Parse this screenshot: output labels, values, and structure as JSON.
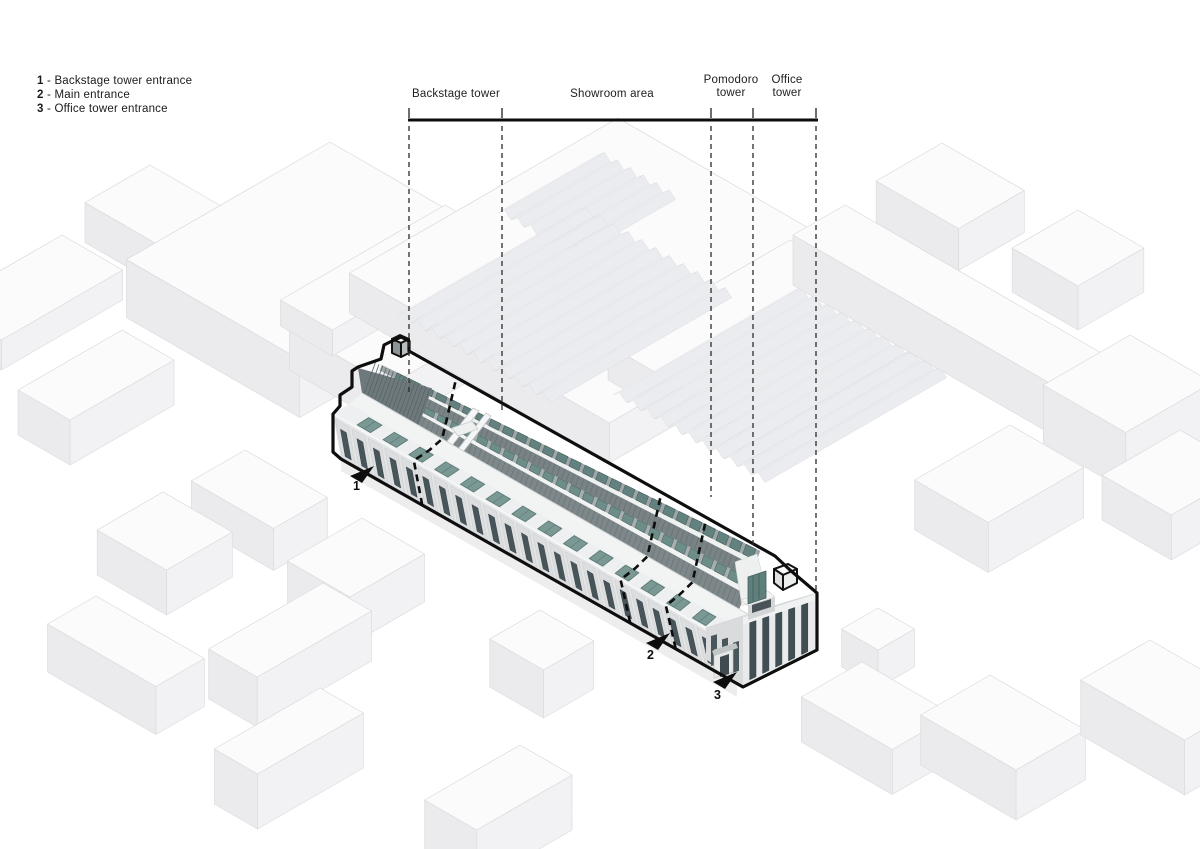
{
  "diagram": {
    "legend": [
      {
        "num": "1",
        "sep": " - ",
        "label": "Backstage tower entrance"
      },
      {
        "num": "2",
        "sep": " - ",
        "label": "Main entrance"
      },
      {
        "num": "3",
        "sep": " - ",
        "label": "Office tower entrance"
      }
    ],
    "section_labels": [
      {
        "label": "Backstage tower"
      },
      {
        "label": "Showroom area"
      },
      {
        "label": "Pomodoro tower"
      },
      {
        "label": "Office tower"
      }
    ],
    "markers": [
      {
        "num": "1"
      },
      {
        "num": "2"
      },
      {
        "num": "3"
      }
    ],
    "colors": {
      "outline": "#0e0e0e",
      "glazing_teal": "#6d8d89",
      "band_gray": "#7e8789",
      "facade": "#e3e4e5",
      "block_top": "#fcfcfd",
      "block_side_sw": "#ededef",
      "block_side_se": "#f4f4f6"
    }
  }
}
